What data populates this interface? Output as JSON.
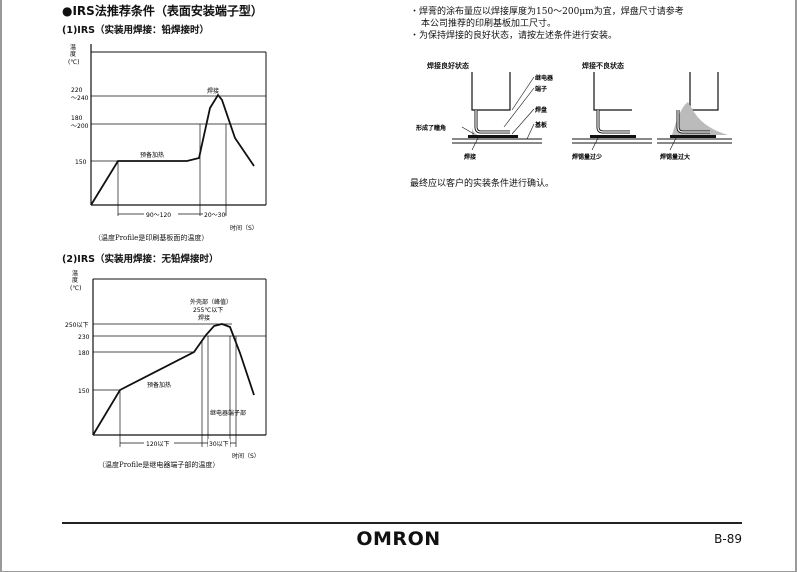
{
  "left": {
    "title": "●IRS法推荐条件（表面安装端子型）",
    "chart1": {
      "subtitle": "(1)IRS（实装用焊接：铅焊接时）",
      "caption": "（温度Profile是印刷基板面的温度）"
    },
    "chart2": {
      "subtitle": "(2)IRS（实装用焊接：无铅焊接时）",
      "caption": "（温度Profile是继电器端子部的温度）"
    }
  },
  "right": {
    "bullets": [
      "・焊膏的涂布量应以焊接厚度为150～200μm为宜，焊盘尺寸请参考",
      "本公司推荐的印刷基板加工尺寸。",
      "・为保持焊接的良好状态，请按左述条件进行安装。"
    ],
    "diagram": {
      "good_title": "焊接良好状态",
      "bad_title": "焊接不良状态",
      "labels": {
        "relay": "继电器",
        "terminal": "端子",
        "pad": "焊盘",
        "board": "基板",
        "fillet": "形成了瞳角",
        "solder": "焊接",
        "too_little": "焊锡量过少",
        "too_much": "焊锡量过大"
      }
    },
    "final_note": "最终应以客户的实装条件进行确认。"
  },
  "footer": {
    "logo": "OMRON",
    "page": "B-89"
  },
  "chart_data": [
    {
      "type": "line",
      "ylabel": "温度（℃）",
      "xlabel": "时间（S）",
      "yticks": [
        "220\n～240",
        "180\n～200",
        "150"
      ],
      "x": [
        0,
        10,
        25,
        105,
        120,
        132,
        160
      ],
      "y": [
        0,
        150,
        150,
        150,
        200,
        230,
        150
      ],
      "annotations": [
        "焊接",
        "预备加热",
        "90～120",
        "20～30"
      ]
    },
    {
      "type": "line",
      "ylabel": "温度（℃）",
      "xlabel": "时间（S）",
      "yticks": [
        "250以下",
        "230",
        "180",
        "150"
      ],
      "x": [
        0,
        10,
        20,
        105,
        120,
        135,
        145,
        165
      ],
      "y": [
        0,
        150,
        150,
        180,
        230,
        250,
        250,
        150
      ],
      "annotations": [
        "外壳部（峰值）",
        "255℃以下",
        "焊接",
        "预备加热",
        "继电器端子部",
        "120以下",
        "30以下"
      ]
    }
  ]
}
